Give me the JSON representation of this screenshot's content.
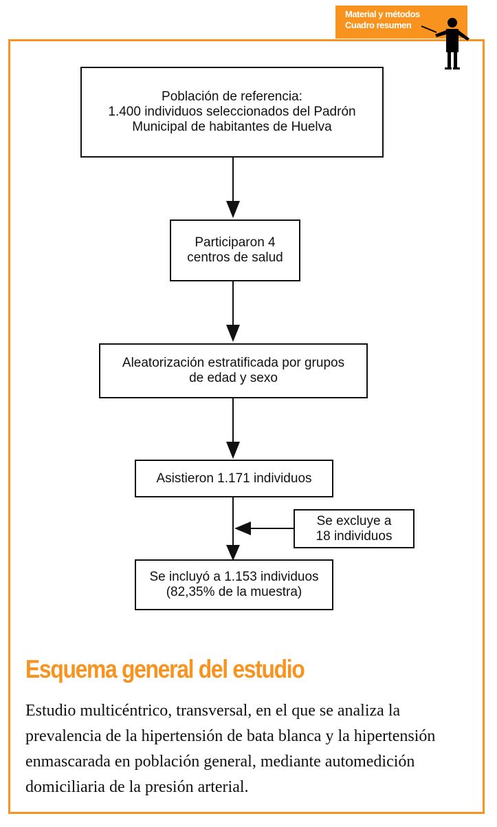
{
  "header": {
    "line1": "Material y métodos",
    "line2": "Cuadro resumen",
    "icon": "presenter-figure-icon"
  },
  "flow": {
    "step1": "Población de referencia:\n1.400 individuos seleccionados del Padrón\nMunicipal de habitantes de Huelva",
    "step2": "Participaron 4\ncentros de salud",
    "step3": "Aleatorización estratificada por grupos\nde edad y sexo",
    "step4": "Asistieron 1.171 individuos",
    "excluded": "Se excluye a\n18 individuos",
    "step5": "Se incluyó a 1.153 individuos\n(82,35% de la muestra)"
  },
  "title": "Esquema general del estudio",
  "description": "Estudio multicéntrico, transversal, en el que se analiza la prevalencia de la hipertensión de bata blanca y la hipertensión enmascarada en población general, mediante automedición domiciliaria de la presión arterial.",
  "colors": {
    "accent": "#f7931e",
    "line": "#111111"
  }
}
